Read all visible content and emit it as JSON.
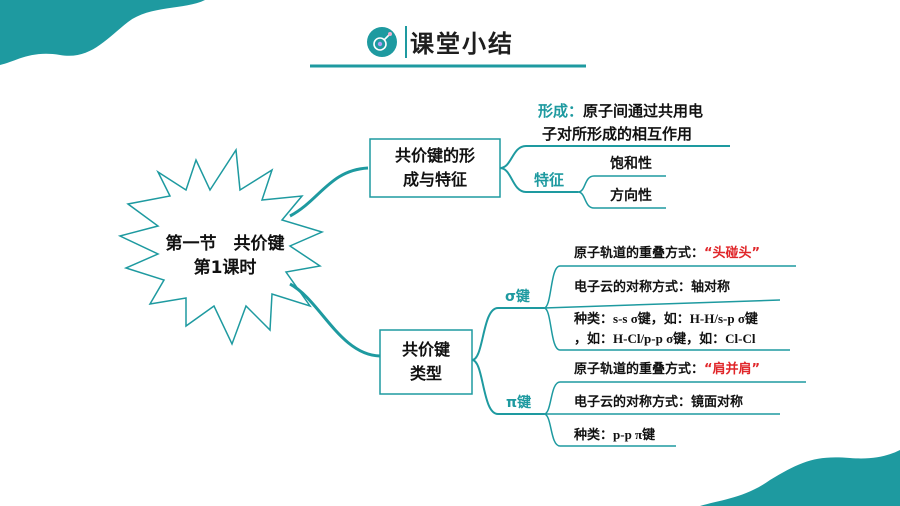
{
  "header": {
    "title": "课堂小结",
    "logo_icon": "flask-gear-icon"
  },
  "center": {
    "line1": "第一节　共价键",
    "line2": "第1课时"
  },
  "branch_top": {
    "label_line1": "共价键的形",
    "label_line2": "成与特征",
    "formation_label": "形成：",
    "formation_text_line1": "原子间通过共用电",
    "formation_text_line2": "子对所形成的相互作用",
    "features_label": "特征",
    "features": [
      "饱和性",
      "方向性"
    ]
  },
  "branch_bottom": {
    "label_line1": "共价键",
    "label_line2": "类型",
    "sigma": {
      "label": "σ键",
      "overlap_prefix": "原子轨道的重叠方式：",
      "overlap_value": "“头碰头”",
      "symmetry": "电子云的对称方式：轴对称",
      "kinds_line1_prefix": "种类：",
      "kinds_line1_rest": "s-s σ键，如：H-H/s-p σ键",
      "kinds_line2": "，如：H-Cl/p-p σ键，如：Cl-Cl"
    },
    "pi": {
      "label": "π键",
      "overlap_prefix": "原子轨道的重叠方式：",
      "overlap_value": "“肩并肩”",
      "symmetry": "电子云的对称方式：镜面对称",
      "kinds_prefix": "种类：",
      "kinds_rest": "p-p π键"
    }
  },
  "colors": {
    "teal": "#1e9aa0",
    "red": "#e0262a",
    "text": "#111111"
  }
}
